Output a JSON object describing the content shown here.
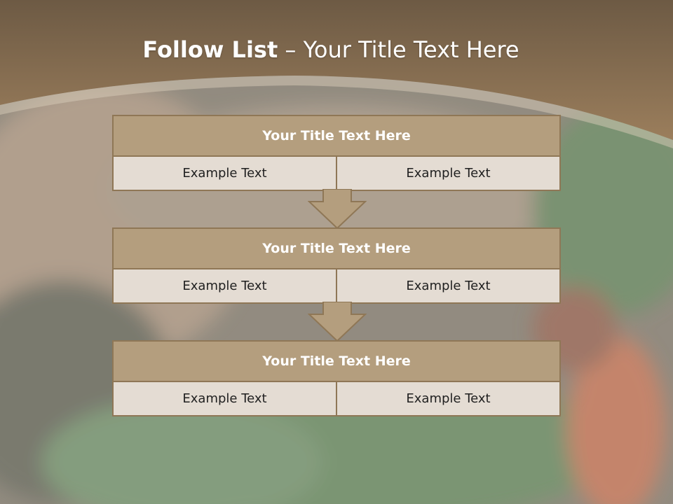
{
  "slide": {
    "title_bold": "Follow List",
    "title_rest": " – Your Title Text Here",
    "blocks": [
      {
        "title": "Your Title Text Here",
        "left": "Example Text",
        "right": "Example Text"
      },
      {
        "title": "Your Title Text Here",
        "left": "Example Text",
        "right": "Example Text"
      },
      {
        "title": "Your Title Text Here",
        "left": "Example Text",
        "right": "Example Text"
      }
    ]
  },
  "colors": {
    "header_band": "#8a6f50",
    "block_header": "#b49e7e",
    "block_cell": "#e4dcd3",
    "block_border": "#8f7756",
    "arrow_fill": "#b49e7e"
  },
  "background_image": "blurred food photo (vegetables, wooden bowl) with brown header band"
}
